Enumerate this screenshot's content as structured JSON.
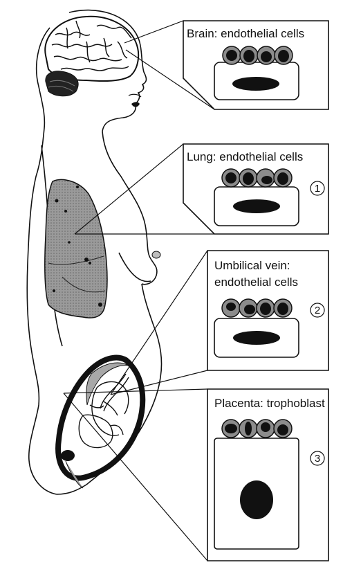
{
  "panels": [
    {
      "id": "brain",
      "title_lines": [
        "Brain: endothelial cells"
      ],
      "number": ""
    },
    {
      "id": "lung",
      "title_lines": [
        "Lung: endothelial cells"
      ],
      "number": "1"
    },
    {
      "id": "umbilical",
      "title_lines": [
        "Umbilical vein:",
        "endothelial cells"
      ],
      "number": "2"
    },
    {
      "id": "placenta",
      "title_lines": [
        "Placenta: trophoblast"
      ],
      "number": "3"
    }
  ],
  "colors": {
    "ink": "#111111",
    "cell_gray": "#8c8c8c",
    "organ_gray": "#9a9a9a",
    "placenta_gray": "#a8a8a8"
  }
}
